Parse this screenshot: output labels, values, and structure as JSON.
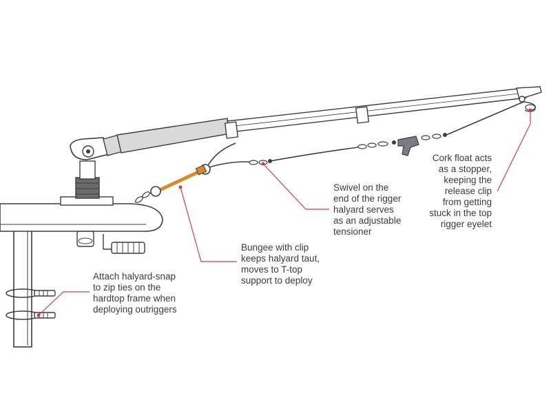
{
  "colors": {
    "outline": "#3c3c3c",
    "fill_light": "#ffffff",
    "fill_gray": "#d9d9d9",
    "fill_dark": "#6b6b6b",
    "bungee": "#d98a2b",
    "leader": "#d23c3c",
    "text": "#3a3a3a",
    "clip_gray": "#7c7c86"
  },
  "icons": {
    "outrigger-pole": "outrigger-pole-icon",
    "rod-holder": "rod-holder-icon",
    "hardtop": "hardtop-icon",
    "halyard-line": "halyard-line-icon",
    "bungee": "bungee-cord-icon",
    "release-clip": "release-clip-icon",
    "cork-float": "cork-float-icon",
    "swivel": "swivel-icon",
    "zip-tie": "zip-tie-icon"
  },
  "callouts": {
    "cork_float": "Cork float acts\nas a stopper,\nkeeping the\nrelease clip\nfrom getting\nstuck in the top\nrigger eyelet",
    "swivel": "Swivel on the\nend of the rigger\nhalyard serves\nas an adjustable\ntensioner",
    "bungee": "Bungee with clip\nkeeps halyard taut,\nmoves to T-top\nsupport to deploy",
    "halyard_snap": "Attach halyard-snap\nto zip ties on the\nhardtop frame when\ndeploying outriggers"
  }
}
